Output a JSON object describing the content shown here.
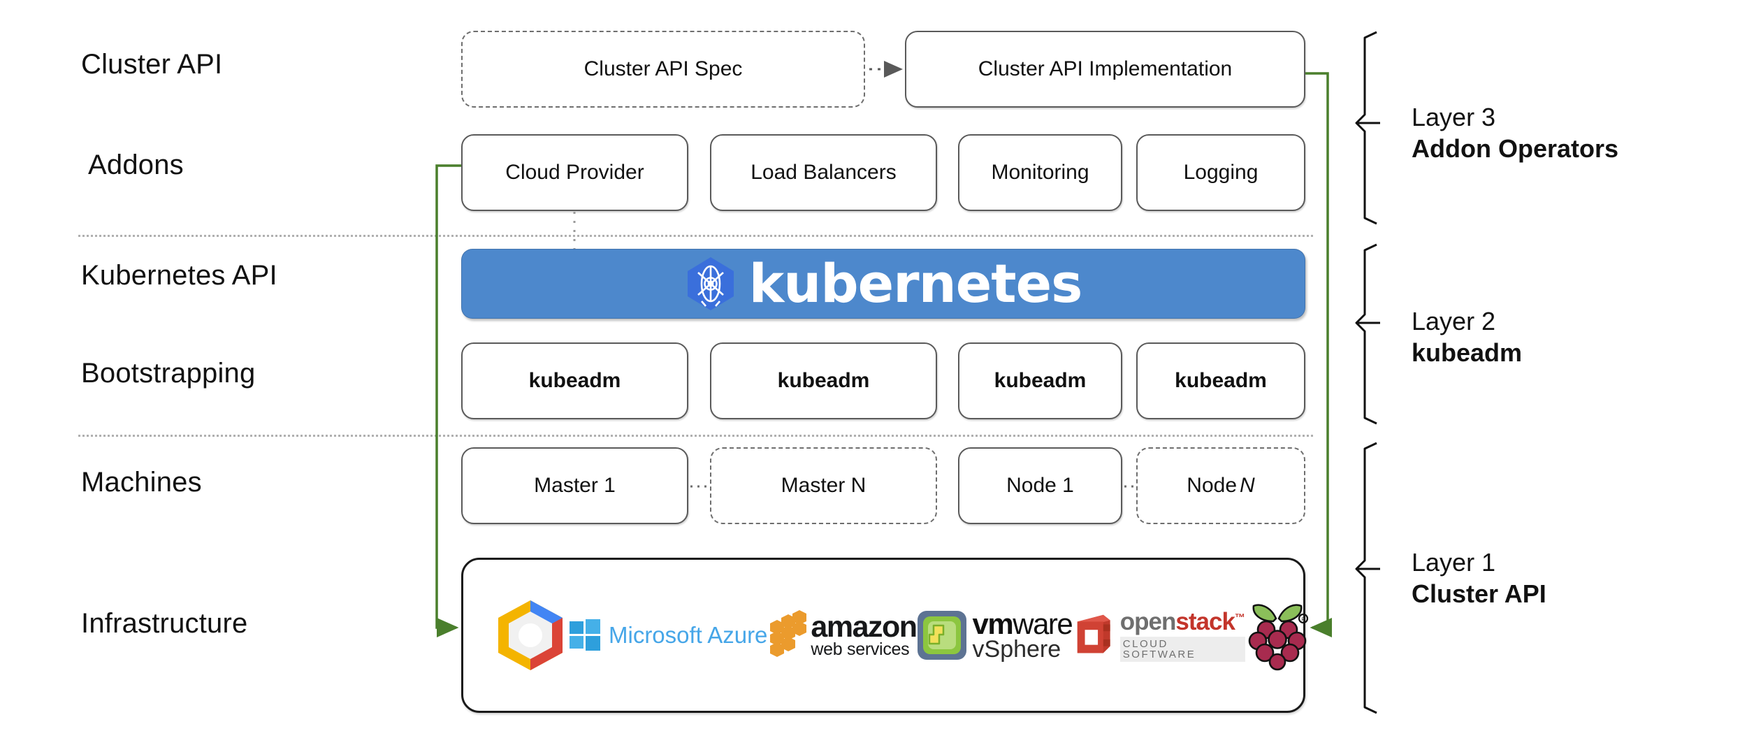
{
  "diagram": {
    "title": "Kubernetes Cluster API layered architecture",
    "accent_green": "#4a7f2c",
    "k8s_blue": "#4d88cc",
    "k8s_logo_blue": "#3a6fdb",
    "box_border": "#5a5a5a",
    "dashed_border": "#6e6e6e"
  },
  "row_labels": [
    {
      "id": "cluster-api",
      "label": "Cluster API"
    },
    {
      "id": "addons",
      "label": "Addons"
    },
    {
      "id": "kubernetes-api",
      "label": "Kubernetes API"
    },
    {
      "id": "bootstrapping",
      "label": "Bootstrapping"
    },
    {
      "id": "machines",
      "label": "Machines"
    },
    {
      "id": "infrastructure",
      "label": "Infrastructure"
    }
  ],
  "cluster_api_row": {
    "spec": {
      "label": "Cluster API Spec",
      "style": "dashed"
    },
    "implementation": {
      "label": "Cluster API Implementation",
      "style": "solid"
    }
  },
  "addons_row": [
    {
      "label": "Cloud Provider"
    },
    {
      "label": "Load Balancers"
    },
    {
      "label": "Monitoring"
    },
    {
      "label": "Logging"
    }
  ],
  "kubernetes_banner": {
    "wordmark": "kubernetes",
    "logo_name": "kubernetes-helm-logo"
  },
  "bootstrapping_row": [
    {
      "label": "kubeadm"
    },
    {
      "label": "kubeadm"
    },
    {
      "label": "kubeadm"
    },
    {
      "label": "kubeadm"
    }
  ],
  "machines_row": [
    {
      "label": "Master 1",
      "style": "solid",
      "italic_suffix": ""
    },
    {
      "label": "Master N",
      "style": "dashed",
      "italic_suffix": ""
    },
    {
      "label": "Node 1",
      "style": "solid",
      "italic_suffix": ""
    },
    {
      "label": "Node",
      "style": "dashed",
      "italic_suffix": "N"
    }
  ],
  "infrastructure_logos": [
    {
      "name": "google-cloud-platform-logo",
      "text": ""
    },
    {
      "name": "microsoft-azure-logo",
      "text": "Microsoft Azure"
    },
    {
      "name": "amazon-web-services-logo",
      "text_top": "amazon",
      "text_bottom": "web services"
    },
    {
      "name": "vmware-vsphere-logo",
      "text_top_bold": "vm",
      "text_top_light": "ware",
      "text_bottom": "vSphere"
    },
    {
      "name": "openstack-logo",
      "text_open": "open",
      "text_stack": "stack",
      "text_tm": "™",
      "text_bottom": "CLOUD SOFTWARE"
    },
    {
      "name": "raspberry-pi-logo",
      "text": ""
    }
  ],
  "layers": [
    {
      "id": "layer-3",
      "number": "Layer 3",
      "name": "Addon Operators"
    },
    {
      "id": "layer-2",
      "number": "Layer 2",
      "name": "kubeadm"
    },
    {
      "id": "layer-1",
      "number": "Layer 1",
      "name": "Cluster API"
    }
  ]
}
